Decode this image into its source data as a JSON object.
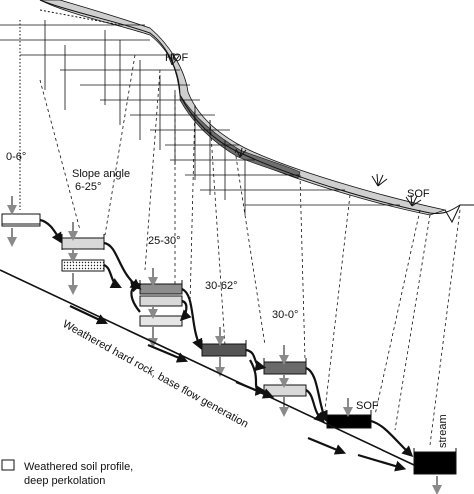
{
  "labels": {
    "hof_top": "HOF",
    "angle_0_6": "0-6°",
    "slope_angle": "Slope angle",
    "angle_6_25": "6-25°",
    "angle_25_30": "25-30°",
    "angle_30_62": "30-62°",
    "angle_30_0": "30-0°",
    "sof_top": "SOF",
    "sof_bottom": "SOF",
    "stream": "stream",
    "bedrock": "Weathered hard rock, base flow generation"
  },
  "legend": {
    "line1": "Weathered soil profile,",
    "line2": "deep perkolation"
  },
  "colors": {
    "ink": "#111111",
    "arrow_gray": "#8a8a8a",
    "light_fill": "#d9d9d9",
    "mid_fill": "#8c8c8c",
    "dark_fill": "#555555",
    "black_fill": "#000000"
  }
}
